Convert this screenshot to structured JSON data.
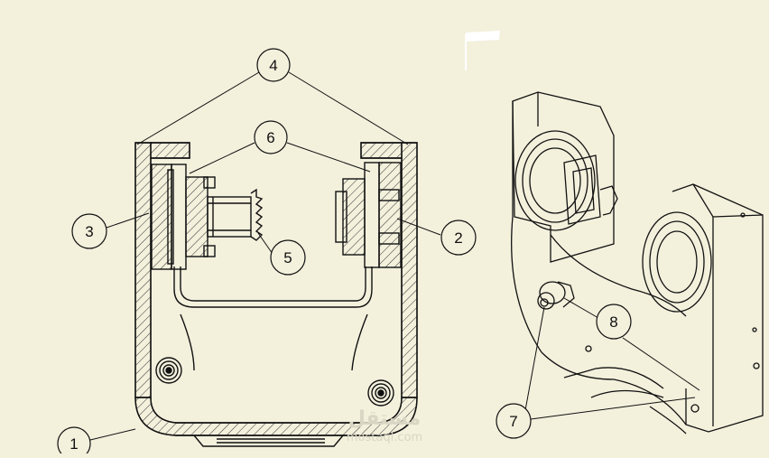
{
  "colors": {
    "background": "#f3f0dc",
    "line": "#111111",
    "hatch": "#333333",
    "highlight": "#ffffff"
  },
  "callouts": [
    {
      "id": "1",
      "label": "1"
    },
    {
      "id": "2",
      "label": "2"
    },
    {
      "id": "3",
      "label": "3"
    },
    {
      "id": "4",
      "label": "4"
    },
    {
      "id": "5",
      "label": "5"
    },
    {
      "id": "6",
      "label": "6"
    },
    {
      "id": "7",
      "label": "7"
    },
    {
      "id": "8",
      "label": "8"
    }
  ],
  "watermark": {
    "text": "مستقل",
    "subtext": "mostaql.com"
  }
}
